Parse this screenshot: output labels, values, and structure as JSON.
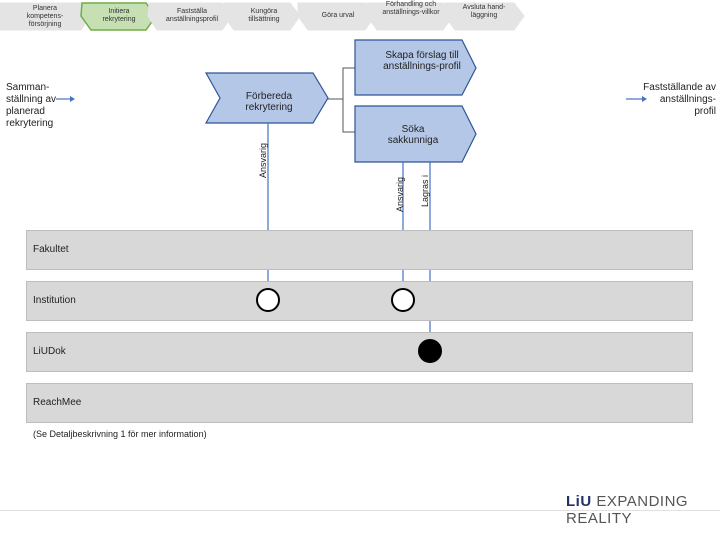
{
  "process_steps": [
    {
      "label": "Planera kompetens-försörjning",
      "active": false
    },
    {
      "label": "Initiera rekrytering",
      "active": true
    },
    {
      "label": "Fastställa anställningsprofil",
      "active": false
    },
    {
      "label": "Kungöra tillsättning",
      "active": false
    },
    {
      "label": "Göra urval",
      "active": false
    },
    {
      "label": "Förhandling och anställnings-villkor",
      "active": false
    },
    {
      "label": "Avsluta hand-läggning",
      "active": false
    }
  ],
  "input_text": "Samman-ställning av planerad rekrytering",
  "output_text": "Fastställande av anställnings-profil",
  "tasks": {
    "prepare": "Förbereda rekrytering",
    "propose": "Skapa förslag till anställnings-profil",
    "search": "Söka sakkunniga"
  },
  "roles": {
    "responsible_1": "Ansvarig",
    "responsible_2": "Ansvarig",
    "stored_in": "Lagras i"
  },
  "lanes": [
    "Fakultet",
    "Institution",
    "LiUDok",
    "ReachMee"
  ],
  "note": "(Se Detaljbeskrivning 1 för mer information)",
  "brand": {
    "logo": "LiU",
    "tagline": "EXPANDING REALITY"
  },
  "colors": {
    "step_fill": "#e4e4e4",
    "step_active_fill": "#c6e0b4",
    "step_active_border": "#70ad47",
    "task_fill": "#b4c7e7",
    "task_border": "#2e5597",
    "lane_fill": "#d8d8d8",
    "connector": "#4472c4"
  }
}
